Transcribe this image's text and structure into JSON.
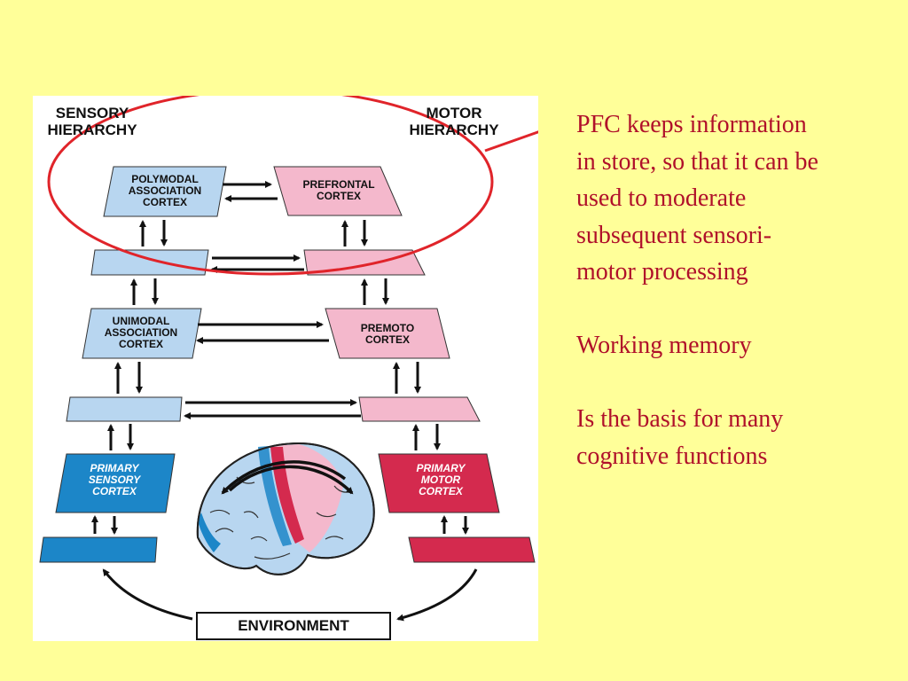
{
  "diagram": {
    "sensory_header": "SENSORY\nHIERARCHY",
    "motor_header": "MOTOR\nHIERARCHY",
    "boxes": {
      "polymodal": "POLYMODAL\nASSOCIATION\nCORTEX",
      "prefrontal": "PREFRONTAL\nCORTEX",
      "unimodal": "UNIMODAL\nASSOCIATION\nCORTEX",
      "premotor": "PREMOTO\nCORTEX",
      "primary_sensory": "PRIMARY\nSENSORY\nCORTEX",
      "primary_motor": "PRIMARY\nMOTOR\nCORTEX"
    },
    "environment": "ENVIRONMENT",
    "colors": {
      "sensory_light": "#B8D6F0",
      "sensory_dark": "#1C86C8",
      "motor_light": "#F4B8CC",
      "motor_dark": "#D42A4E",
      "highlight_ellipse": "#E0242A"
    }
  },
  "text": {
    "paragraph1": "PFC keeps information\nin store, so that it can be\nused to moderate\nsubsequent sensori-\nmotor processing",
    "paragraph2": "Working memory",
    "paragraph3": "Is the basis for many\ncognitive functions"
  }
}
